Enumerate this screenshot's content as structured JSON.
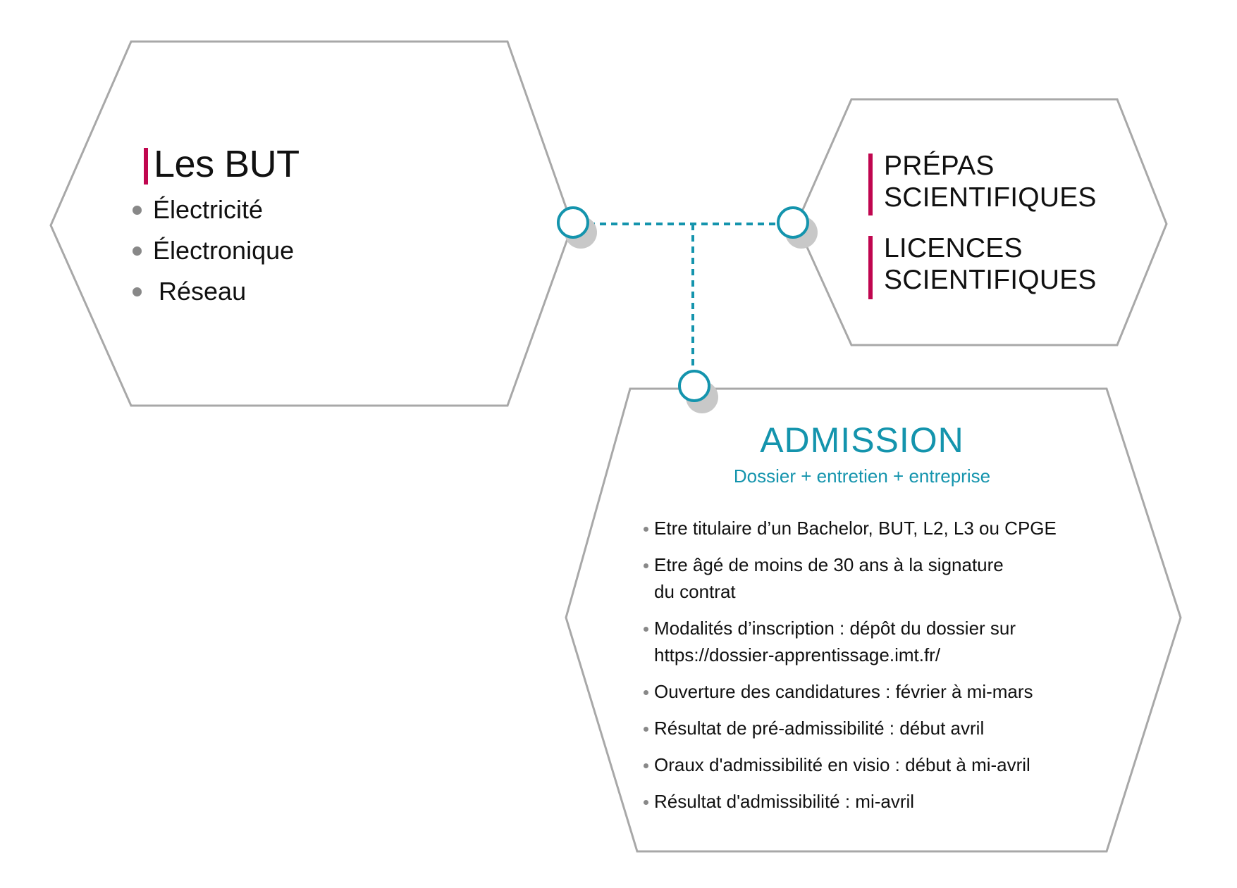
{
  "colors": {
    "accent_bar": "#c0064f",
    "connector": "#1494ad",
    "hex_border": "#a8a8a8",
    "shadow": "#c8c8c8"
  },
  "but": {
    "title": "Les BUT",
    "items": [
      "Électricité",
      "Électronique",
      "Réseau"
    ]
  },
  "prepas": {
    "groups": [
      {
        "line1": "PRÉPAS",
        "line2": "SCIENTIFIQUES"
      },
      {
        "line1": "LICENCES",
        "line2": "SCIENTIFIQUES"
      }
    ]
  },
  "admission": {
    "title": "ADMISSION",
    "subtitle": "Dossier + entretien + entreprise",
    "items": [
      "Etre titulaire d’un Bachelor, BUT, L2, L3 ou CPGE",
      "Etre âgé de moins de 30 ans à la signature\n du contrat",
      "Modalités d’inscription : dépôt du dossier sur\n https://dossier-apprentissage.imt.fr/",
      "Ouverture des candidatures : février à mi-mars",
      "Résultat de pré-admissibilité : début avril",
      "Oraux d'admissibilité en visio : début à mi-avril",
      "Résultat d'admissibilité : mi-avril"
    ]
  }
}
